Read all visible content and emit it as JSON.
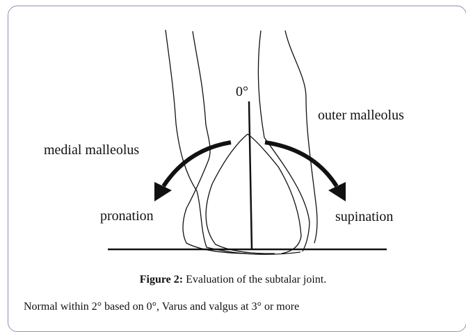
{
  "figure": {
    "labels": {
      "zero": "0°",
      "outer": "outer malleolus",
      "medial": "medial malleolus",
      "pronation": "pronation",
      "supination": "supination"
    },
    "caption_label": "Figure 2:",
    "caption_text": " Evaluation of the subtalar joint.",
    "note": "Normal within 2° based on 0°, Varus and valgus at 3° or more"
  }
}
